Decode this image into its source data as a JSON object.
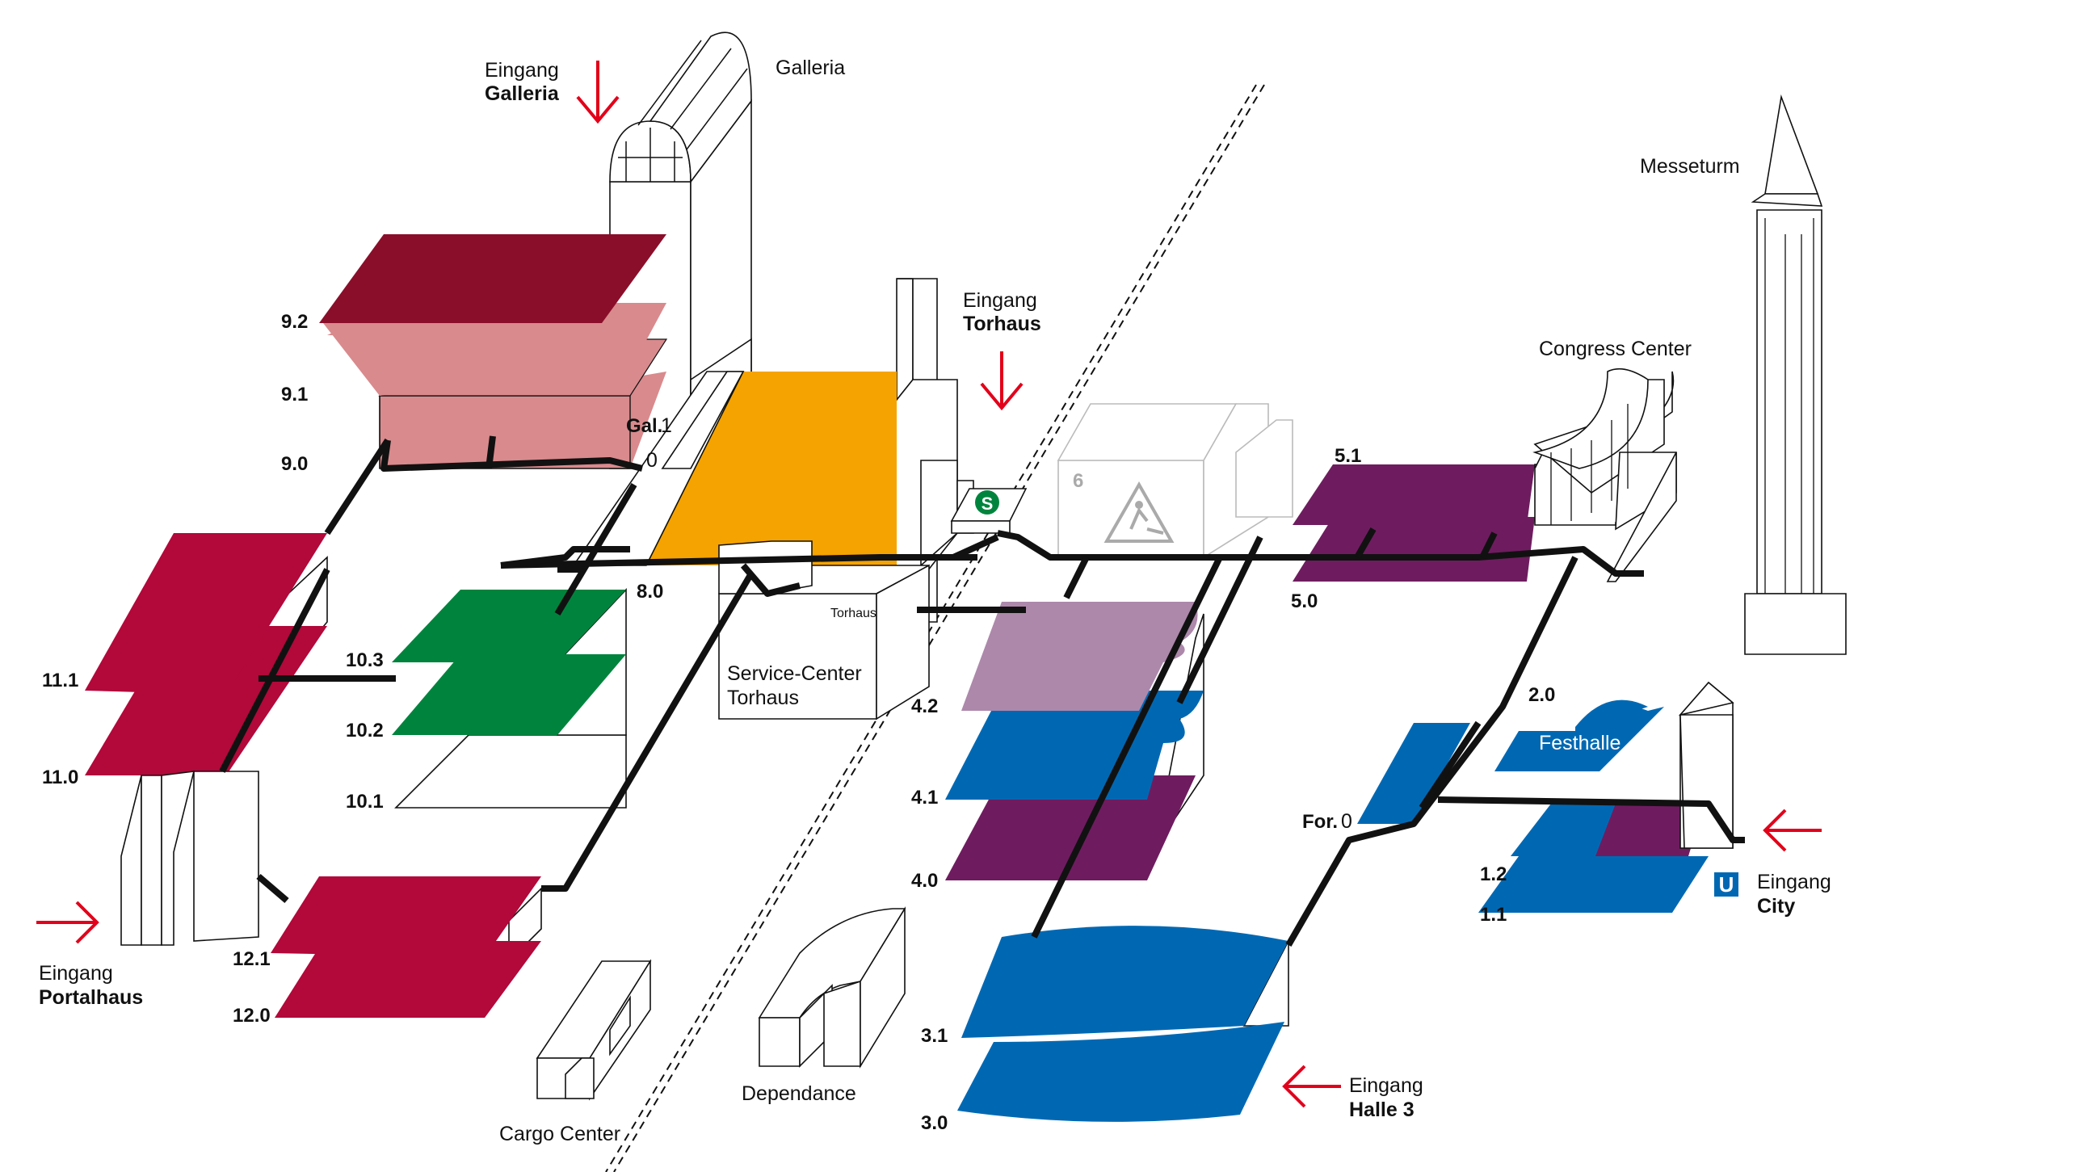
{
  "colors": {
    "hall9_2": "#8a0e2a",
    "hall9_pink": "#d98a8d",
    "hall8": "#f5a300",
    "hall10": "#00843d",
    "hall11_12": "#b2083a",
    "hall4_2": "#ad88ab",
    "blue": "#0068b3",
    "purple": "#6e1c5f",
    "arrow": "#e2001a"
  },
  "entrances": {
    "galleria": {
      "line1": "Eingang",
      "line2": "Galleria"
    },
    "torhaus": {
      "line1": "Eingang",
      "line2": "Torhaus"
    },
    "portalhaus": {
      "line1": "Eingang",
      "line2": "Portalhaus"
    },
    "halle3": {
      "line1": "Eingang",
      "line2": "Halle 3"
    },
    "city": {
      "line1": "Eingang",
      "line2": "City"
    }
  },
  "buildings": {
    "galleria": "Galleria",
    "messeturm": "Messeturm",
    "congress_center": "Congress Center",
    "service_center_1": "Service-Center",
    "service_center_2": "Torhaus",
    "torhaus_small": "Torhaus",
    "cargo_center": "Cargo Center",
    "dependance": "Dependance",
    "festhalle": "Festhalle"
  },
  "halls": {
    "h9_2": "9.2",
    "h9_1": "9.1",
    "h9_0": "9.0",
    "gal1_a": "Gal.",
    "gal1_b": "1",
    "gal0": "0",
    "h8_0": "8.0",
    "h10_3": "10.3",
    "h10_2": "10.2",
    "h10_1": "10.1",
    "h11_1": "11.1",
    "h11_0": "11.0",
    "h12_1": "12.1",
    "h12_0": "12.0",
    "h6": "6",
    "h5_1": "5.1",
    "h5_0": "5.0",
    "h4_2": "4.2",
    "h4_1": "4.1",
    "h4_0": "4.0",
    "h3_1": "3.1",
    "h3_0": "3.0",
    "h2_0": "2.0",
    "for0_a": "For.",
    "for0_b": "0",
    "h1_2": "1.2",
    "h1_1": "1.1"
  },
  "icons": {
    "s_bahn": "S",
    "u_bahn": "U"
  }
}
